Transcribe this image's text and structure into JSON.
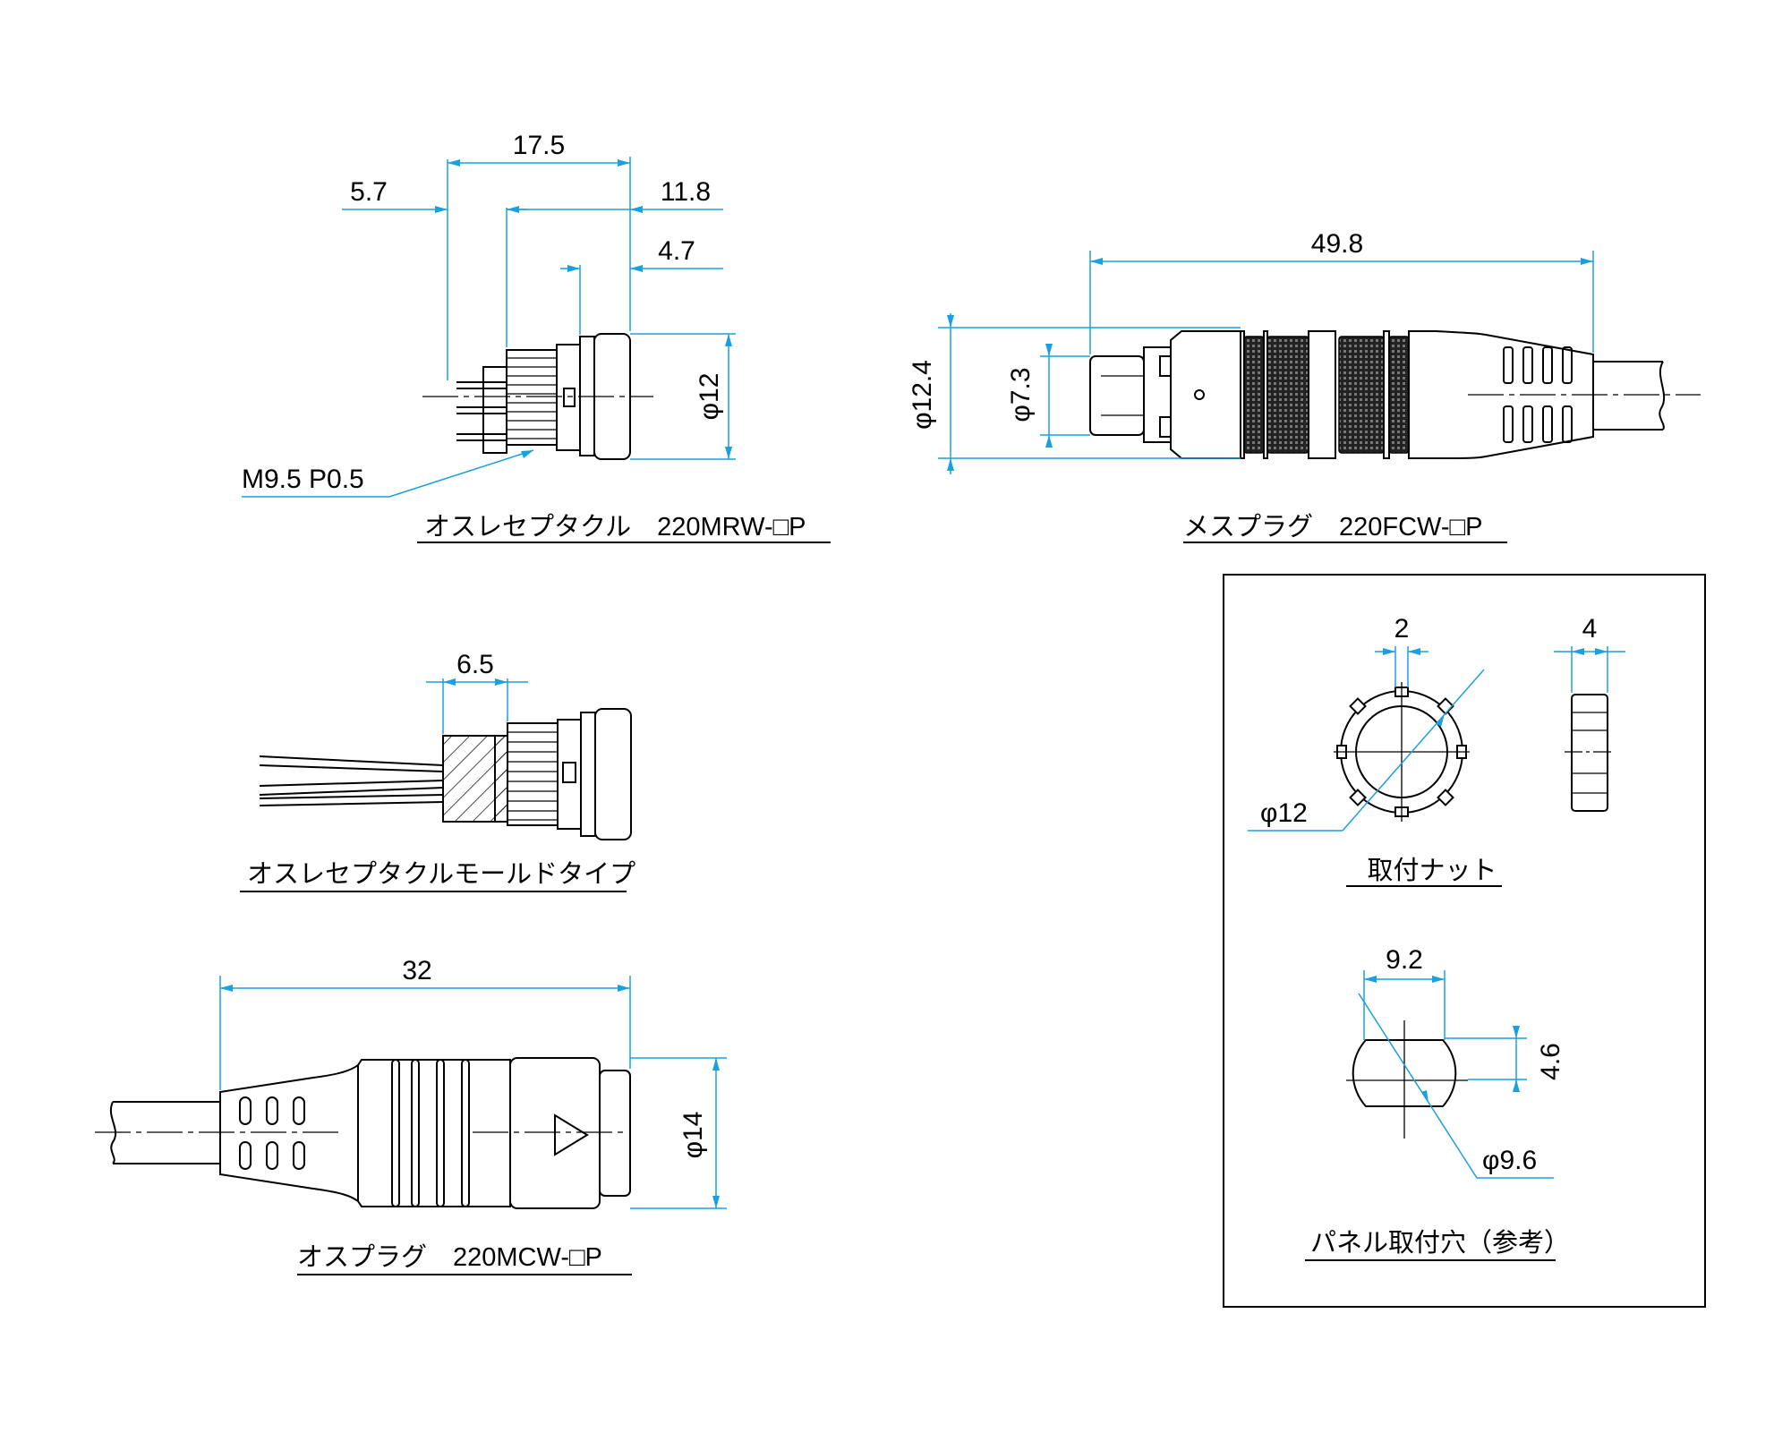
{
  "receptacle": {
    "caption": "オスレセプタクル　220MRW-□P",
    "dims": {
      "d1": "17.5",
      "d2": "5.7",
      "d3": "11.8",
      "d4": "4.7",
      "dia": "φ12"
    },
    "thread_label": "M9.5 P0.5"
  },
  "female_plug": {
    "caption": "メスプラグ　220FCW-□P",
    "dims": {
      "length": "49.8",
      "dia_outer": "φ12.4",
      "dia_inner": "φ7.3"
    }
  },
  "molded": {
    "caption": "オスレセプタクルモールドタイプ",
    "dims": {
      "length": "6.5"
    }
  },
  "male_plug": {
    "caption": "オスプラグ　220MCW-□P",
    "dims": {
      "length": "32",
      "dia": "φ14"
    }
  },
  "nut": {
    "caption": "取付ナット",
    "dims": {
      "slot": "2",
      "thickness": "4",
      "dia": "φ12"
    }
  },
  "panel_hole": {
    "caption": "パネル取付穴（参考）",
    "dims": {
      "width": "9.2",
      "height": "4.6",
      "dia": "φ9.6"
    }
  },
  "colors": {
    "dimension": "#1aa0e0",
    "line": "#000000"
  }
}
